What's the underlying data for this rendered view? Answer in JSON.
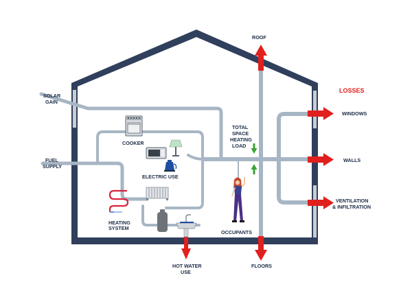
{
  "labels": {
    "roof": "ROOF",
    "losses": "LOSSES",
    "windows": "WINDOWS",
    "walls": "WALLS",
    "ventilation_1": "VENTILATION",
    "ventilation_2": "& INFILTRATION",
    "solar_1": "SOLAR",
    "solar_2": "GAIN",
    "fuel_1": "FUEL",
    "fuel_2": "SUPPLY",
    "cooker": "COOKER",
    "electric_use": "ELECTRIC USE",
    "heating_1": "HEATING",
    "heating_2": "SYSTEM",
    "total_1": "TOTAL",
    "total_2": "SPACE",
    "total_3": "HEATING",
    "total_4": "LOAD",
    "occupants": "OCCUPANTS",
    "hot_water_1": "HOT WATER",
    "hot_water_2": "USE",
    "floors": "FLOORS"
  },
  "icons": [
    "cooker-icon",
    "microwave-icon",
    "lamp-icon",
    "kettle-icon",
    "radiator-icon",
    "heating-coil-icon",
    "boiler-icon",
    "sink-icon",
    "occupant-person-icon"
  ],
  "colors": {
    "structure": "#2f3f5c",
    "pipe": "#a7b6c4",
    "loss_arrow": "#e0201e",
    "gain_arrow": "#3aa335",
    "label": "#1a2a44"
  }
}
